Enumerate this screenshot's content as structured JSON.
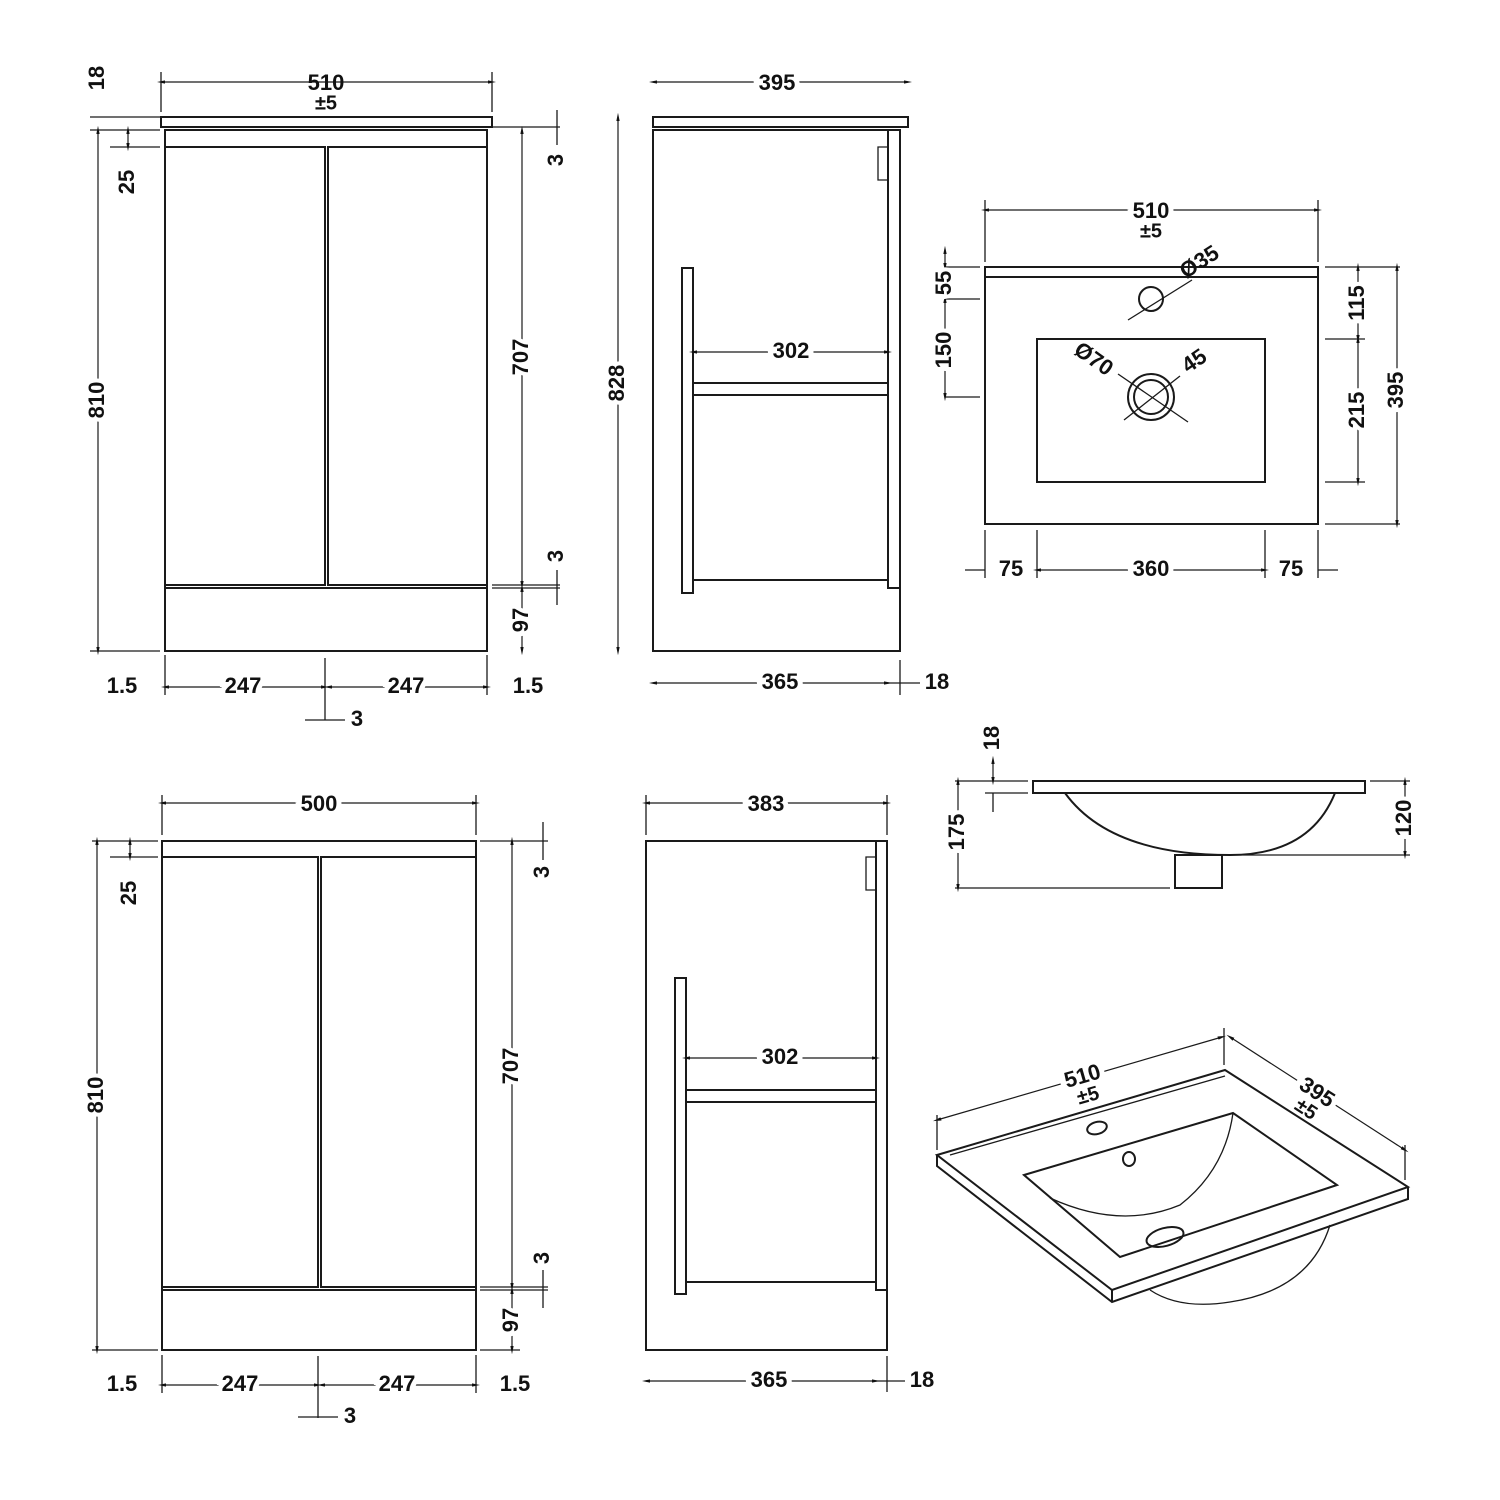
{
  "front_with_basin": {
    "width": "510",
    "tolerance": "±5",
    "top_thickness": "18",
    "rail": "25",
    "height": "810",
    "door_height": "707",
    "gap_top": "3",
    "gap_bottom": "3",
    "plinth": "97",
    "side_left": "1.5",
    "door_left": "247",
    "door_right": "247",
    "side_right": "1.5",
    "door_gap": "3"
  },
  "side_with_basin": {
    "depth": "395",
    "height": "828",
    "shelf": "302",
    "body_depth": "365",
    "door_depth": "18"
  },
  "basin_plan": {
    "width": "510",
    "tolerance": "±5",
    "tap_hole": "Ø35",
    "waste": "Ø70",
    "waste_inner": "45",
    "back_edge": "55",
    "tap_to_bowl": "150",
    "rear_to_bowl": "115",
    "bowl_depth": "215",
    "depth": "395",
    "left_margin": "75",
    "bowl_width": "360",
    "right_margin": "75"
  },
  "basin_side": {
    "slab": "18",
    "total_height": "175",
    "bowl_height": "120"
  },
  "front_no_basin": {
    "width": "500",
    "rail": "25",
    "height": "810",
    "door_height": "707",
    "gap_top": "3",
    "gap_bottom": "3",
    "plinth": "97",
    "side_left": "1.5",
    "door_left": "247",
    "door_right": "247",
    "side_right": "1.5",
    "door_gap": "3"
  },
  "side_no_basin": {
    "depth": "383",
    "shelf": "302",
    "body_depth": "365",
    "door_depth": "18"
  },
  "basin_iso": {
    "width": "510",
    "width_tol": "±5",
    "depth": "395",
    "depth_tol": "±5"
  }
}
